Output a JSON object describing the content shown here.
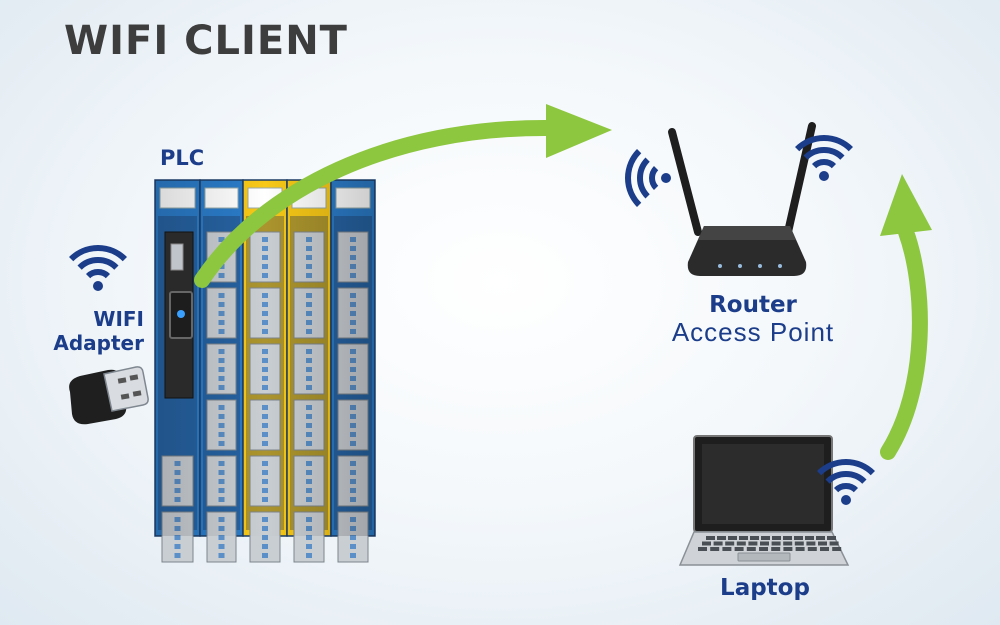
{
  "title": "WIFI CLIENT",
  "nodes": {
    "plc": {
      "label": "PLC"
    },
    "adapter": {
      "label_line1": "WIFI",
      "label_line2": "Adapter"
    },
    "router": {
      "label": "Router",
      "sublabel": "Access Point"
    },
    "laptop": {
      "label": "Laptop"
    }
  },
  "colors": {
    "arrow": "#8dc63f",
    "module_blue": "#2b7cc9",
    "module_yellow": "#f7c817",
    "signal": "#1b3d8a",
    "device_dark": "#2a2a2a"
  },
  "icons": [
    "wifi-signal-icon",
    "usb-wifi-dongle-icon",
    "router-icon",
    "laptop-icon",
    "plc-rack-icon",
    "arrow-icon"
  ]
}
